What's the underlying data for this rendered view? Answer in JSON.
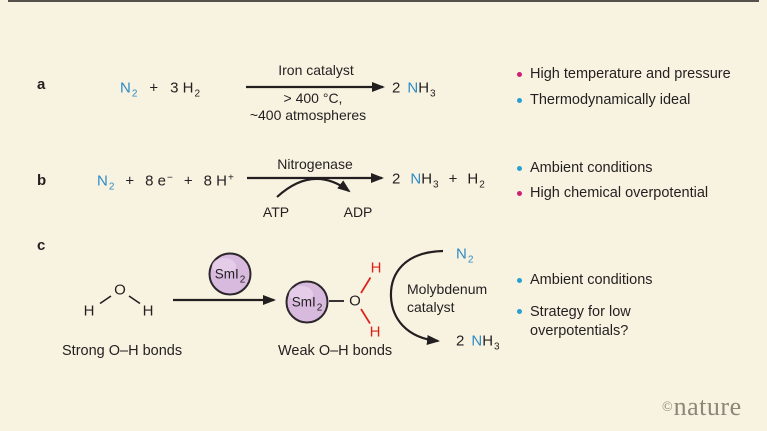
{
  "palette": {
    "background": "#f8f3e1",
    "ink": "#231f20",
    "nitrogen_blue": "#2e8bc5",
    "bullet_blue": "#2a9fd1",
    "bullet_magenta": "#cf1f74",
    "hydrogen_red": "#dc2119",
    "smi2_fill": "#d9badf",
    "smi2_stroke": "#2b272b",
    "logo_gray": "#8b8779",
    "top_rule": "#54524a"
  },
  "panel_a": {
    "label": "a",
    "reactant_n": "N",
    "reactant_n_sub": "2",
    "plus": "+",
    "reactant_h": "3 H",
    "reactant_h_sub": "2",
    "catalyst": "Iron catalyst",
    "condition_line1": "> 400 °C,",
    "condition_line2": "~400 atmospheres",
    "product_coeff": "2",
    "product_n": "N",
    "product_h": "H",
    "product_h_sub": "3",
    "bullets": [
      {
        "color": "magenta",
        "text": "High temperature and pressure"
      },
      {
        "color": "blue",
        "text": "Thermodynamically ideal"
      }
    ]
  },
  "panel_b": {
    "label": "b",
    "reactant_n": "N",
    "reactant_n_sub": "2",
    "plus1": "+",
    "electrons": "8 e",
    "electrons_sup": "−",
    "plus2": "+",
    "protons": "8 H",
    "protons_sup": "+",
    "enzyme": "Nitrogenase",
    "atp": "ATP",
    "adp": "ADP",
    "product_coeff": "2",
    "product_n": "N",
    "product_h": "H",
    "product_h_sub": "3",
    "plus3": "+",
    "product_h2": "H",
    "product_h2_sub": "2",
    "bullets": [
      {
        "color": "blue",
        "text": "Ambient conditions"
      },
      {
        "color": "magenta",
        "text": "High chemical overpotential"
      }
    ]
  },
  "panel_c": {
    "label": "c",
    "water_o": "O",
    "water_h_left": "H",
    "water_h_right": "H",
    "water_caption": "Strong O–H bonds",
    "reagent": "SmI",
    "reagent_sub": "2",
    "product_o": "O",
    "product_h_top": "H",
    "product_h_bottom": "H",
    "product_caption": "Weak O–H bonds",
    "n2": "N",
    "n2_sub": "2",
    "catalyst_line1": "Molybdenum",
    "catalyst_line2": "catalyst",
    "nh3_coeff": "2",
    "nh3_n": "N",
    "nh3_h": "H",
    "nh3_h_sub": "3",
    "bullets": [
      {
        "color": "blue",
        "text": "Ambient conditions"
      },
      {
        "color": "blue",
        "text": "Strategy for low",
        "text_line2": "overpotentials?"
      }
    ]
  },
  "footer": {
    "copyright": "©",
    "brand": "nature"
  }
}
